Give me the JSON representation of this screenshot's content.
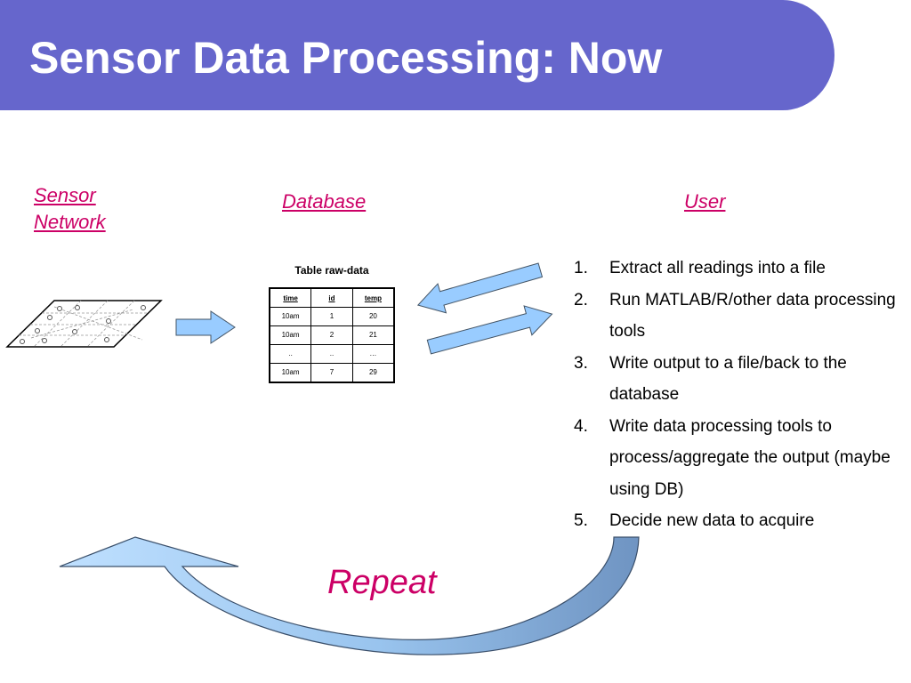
{
  "slide": {
    "title": "Sensor Data Processing: Now",
    "theme_color": "#6666cc",
    "accent_color": "#cc0066"
  },
  "labels": {
    "sensor_network_line1": "Sensor",
    "sensor_network_line2": "Network",
    "database": "Database",
    "user": "User",
    "repeat": "Repeat"
  },
  "table": {
    "title": "Table raw-data",
    "headers": [
      "time",
      "id",
      "temp"
    ],
    "rows": [
      [
        "10am",
        "1",
        "20"
      ],
      [
        "10am",
        "2",
        "21"
      ],
      [
        "..",
        "..",
        "…"
      ],
      [
        "10am",
        "7",
        "29"
      ]
    ]
  },
  "steps": [
    {
      "num": "1.",
      "text": "Extract all readings into a file"
    },
    {
      "num": "2.",
      "text": "Run MATLAB/R/other data processing tools"
    },
    {
      "num": "3.",
      "text": "Write output to a file/back to the database"
    },
    {
      "num": "4.",
      "text": "Write data processing tools to process/aggregate the output (maybe using DB)"
    },
    {
      "num": "5.",
      "text": "Decide new data to acquire"
    }
  ],
  "arrow_color": "#99ccff"
}
